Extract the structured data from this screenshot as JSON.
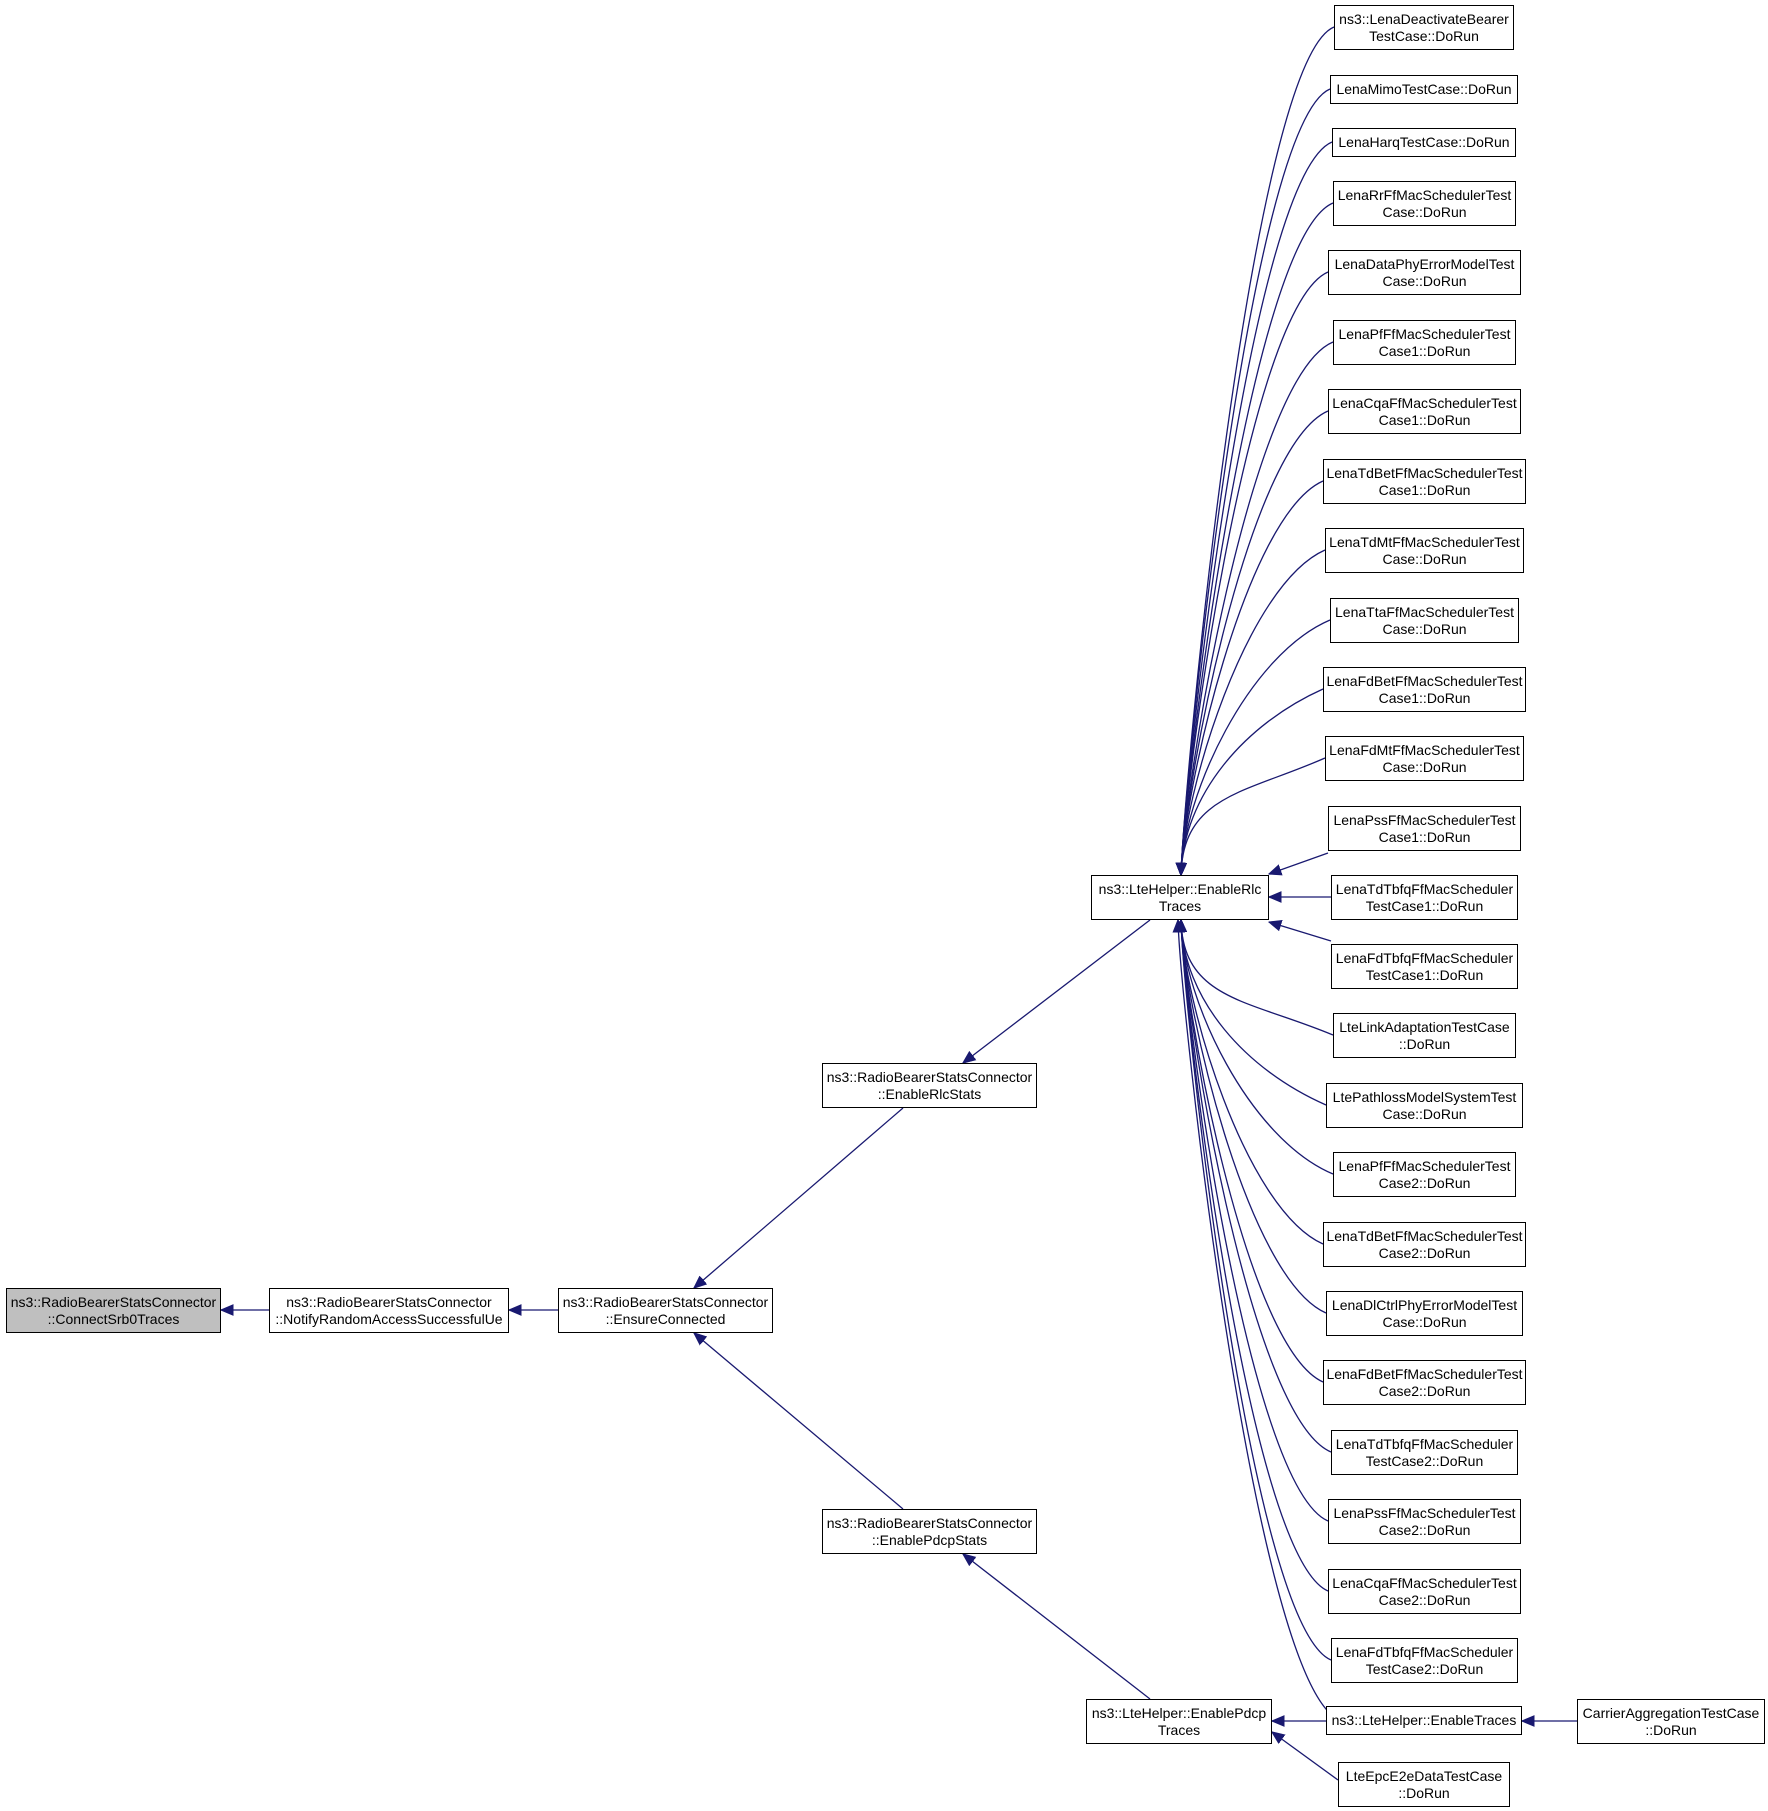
{
  "colors": {
    "edge": "#191970",
    "node_border": "#000000",
    "root_fill": "#bfbfbf",
    "node_fill": "#ffffff"
  },
  "nodes": [
    {
      "id": "connect_srb0",
      "lines": [
        "ns3::RadioBearerStatsConnector",
        "::ConnectSrb0Traces"
      ],
      "root": true
    },
    {
      "id": "notify_rach",
      "lines": [
        "ns3::RadioBearerStatsConnector",
        "::NotifyRandomAccessSuccessfulUe"
      ]
    },
    {
      "id": "ensure_connected",
      "lines": [
        "ns3::RadioBearerStatsConnector",
        "::EnsureConnected"
      ]
    },
    {
      "id": "enable_rlc_stats",
      "lines": [
        "ns3::RadioBearerStatsConnector",
        "::EnableRlcStats"
      ]
    },
    {
      "id": "enable_pdcp_stats",
      "lines": [
        "ns3::RadioBearerStatsConnector",
        "::EnablePdcpStats"
      ]
    },
    {
      "id": "lte_enable_rlc",
      "lines": [
        "ns3::LteHelper::EnableRlc",
        "Traces"
      ]
    },
    {
      "id": "lte_enable_pdcp",
      "lines": [
        "ns3::LteHelper::EnablePdcp",
        "Traces"
      ]
    },
    {
      "id": "lte_enable_traces",
      "lines": [
        "ns3::LteHelper::EnableTraces"
      ]
    },
    {
      "id": "carrier_agg",
      "lines": [
        "CarrierAggregationTestCase",
        "::DoRun"
      ]
    },
    {
      "id": "epc_e2e",
      "lines": [
        "LteEpcE2eDataTestCase",
        "::DoRun"
      ]
    },
    {
      "id": "deactivate_bearer",
      "lines": [
        "ns3::LenaDeactivateBearer",
        "TestCase::DoRun"
      ]
    },
    {
      "id": "mimo",
      "lines": [
        "LenaMimoTestCase::DoRun"
      ]
    },
    {
      "id": "harq",
      "lines": [
        "LenaHarqTestCase::DoRun"
      ]
    },
    {
      "id": "rr_ff",
      "lines": [
        "LenaRrFfMacSchedulerTest",
        "Case::DoRun"
      ]
    },
    {
      "id": "data_phy_err",
      "lines": [
        "LenaDataPhyErrorModelTest",
        "Case::DoRun"
      ]
    },
    {
      "id": "pf_ff1",
      "lines": [
        "LenaPfFfMacSchedulerTest",
        "Case1::DoRun"
      ]
    },
    {
      "id": "cqa_ff1",
      "lines": [
        "LenaCqaFfMacSchedulerTest",
        "Case1::DoRun"
      ]
    },
    {
      "id": "tdbet_ff1",
      "lines": [
        "LenaTdBetFfMacSchedulerTest",
        "Case1::DoRun"
      ]
    },
    {
      "id": "tdmt_ff",
      "lines": [
        "LenaTdMtFfMacSchedulerTest",
        "Case::DoRun"
      ]
    },
    {
      "id": "tta_ff",
      "lines": [
        "LenaTtaFfMacSchedulerTest",
        "Case::DoRun"
      ]
    },
    {
      "id": "fdbet_ff1",
      "lines": [
        "LenaFdBetFfMacSchedulerTest",
        "Case1::DoRun"
      ]
    },
    {
      "id": "fdmt_ff",
      "lines": [
        "LenaFdMtFfMacSchedulerTest",
        "Case::DoRun"
      ]
    },
    {
      "id": "pss_ff1",
      "lines": [
        "LenaPssFfMacSchedulerTest",
        "Case1::DoRun"
      ]
    },
    {
      "id": "tdtbfq_ff1",
      "lines": [
        "LenaTdTbfqFfMacScheduler",
        "TestCase1::DoRun"
      ]
    },
    {
      "id": "fdtbfq_ff1",
      "lines": [
        "LenaFdTbfqFfMacScheduler",
        "TestCase1::DoRun"
      ]
    },
    {
      "id": "link_adapt",
      "lines": [
        "LteLinkAdaptationTestCase",
        "::DoRun"
      ]
    },
    {
      "id": "pathloss",
      "lines": [
        "LtePathlossModelSystemTest",
        "Case::DoRun"
      ]
    },
    {
      "id": "pf_ff2",
      "lines": [
        "LenaPfFfMacSchedulerTest",
        "Case2::DoRun"
      ]
    },
    {
      "id": "tdbet_ff2",
      "lines": [
        "LenaTdBetFfMacSchedulerTest",
        "Case2::DoRun"
      ]
    },
    {
      "id": "dlctrl_phy_err",
      "lines": [
        "LenaDlCtrlPhyErrorModelTest",
        "Case::DoRun"
      ]
    },
    {
      "id": "fdbet_ff2",
      "lines": [
        "LenaFdBetFfMacSchedulerTest",
        "Case2::DoRun"
      ]
    },
    {
      "id": "tdtbfq_ff2",
      "lines": [
        "LenaTdTbfqFfMacScheduler",
        "TestCase2::DoRun"
      ]
    },
    {
      "id": "pss_ff2",
      "lines": [
        "LenaPssFfMacSchedulerTest",
        "Case2::DoRun"
      ]
    },
    {
      "id": "cqa_ff2",
      "lines": [
        "LenaCqaFfMacSchedulerTest",
        "Case2::DoRun"
      ]
    },
    {
      "id": "fdtbfq_ff2",
      "lines": [
        "LenaFdTbfqFfMacScheduler",
        "TestCase2::DoRun"
      ]
    }
  ]
}
